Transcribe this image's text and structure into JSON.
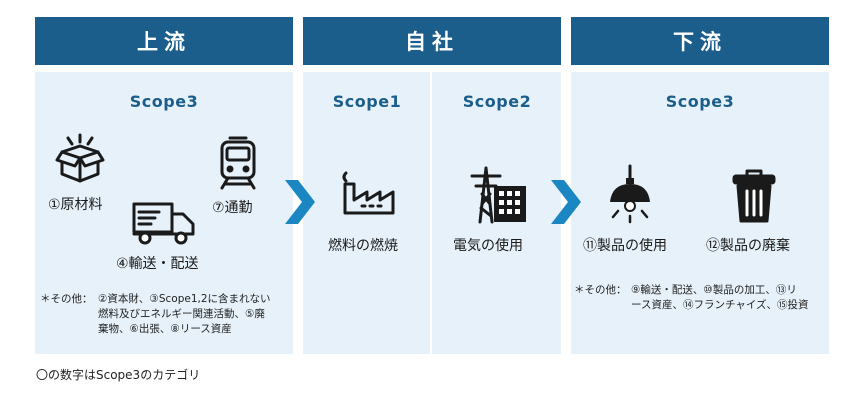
{
  "headers": {
    "upstream": "上流",
    "company": "自社",
    "downstream": "下流"
  },
  "upstream": {
    "scope": "Scope3",
    "raw_materials": "①原材料",
    "commuting": "⑦通勤",
    "transport": "④輸送・配送",
    "note_prefix": "＊その他：",
    "note_line1": "②資本財、③Scope1,2に含まれない",
    "note_line2": "燃料及びエネルギー関連活動、⑤廃",
    "note_line3": "棄物、⑥出張、⑧リース資産"
  },
  "company": {
    "scope1": "Scope1",
    "scope2": "Scope2",
    "fuel_combustion": "燃料の燃焼",
    "electricity_use": "電気の使用"
  },
  "downstream": {
    "scope": "Scope3",
    "product_use": "⑪製品の使用",
    "product_disposal": "⑫製品の廃棄",
    "note_prefix": "＊その他：",
    "note_line1": "⑨輸送・配送、⑩製品の加工、⑬リ",
    "note_line2": "ース資産、⑭フランチャイズ、⑮投資"
  },
  "footnote": "〇の数字はScope3のカテゴリ",
  "colors": {
    "header": "#1b5e8c",
    "panel": "#e6f1f9",
    "chevron": "#1a86c2"
  },
  "icons": [
    "box-icon",
    "train-icon",
    "truck-icon",
    "factory-icon",
    "power-tower-icon",
    "lamp-icon",
    "trash-can-icon",
    "chevron-right-icon"
  ]
}
